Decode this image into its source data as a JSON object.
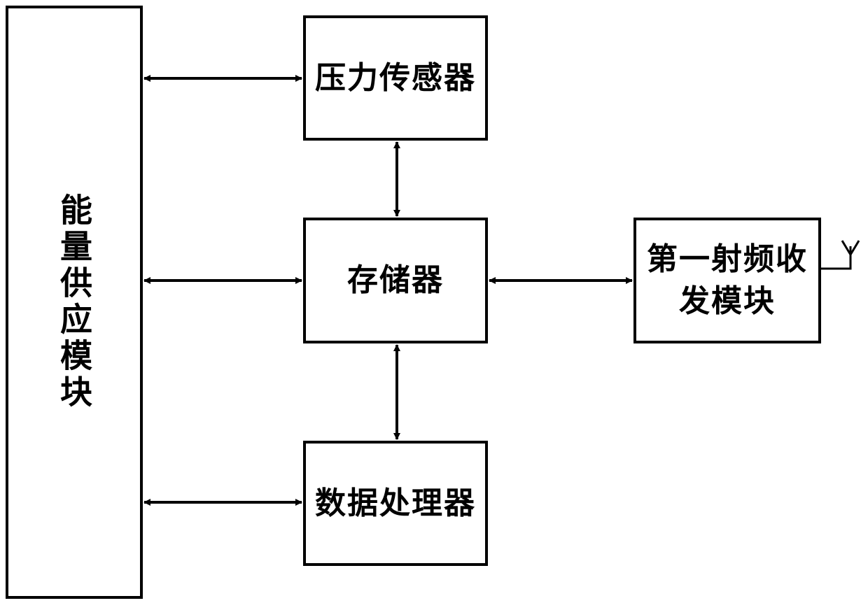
{
  "diagram": {
    "blocks": {
      "energy_supply": "能量供应模块",
      "pressure_sensor": "压力传感器",
      "memory": "存储器",
      "data_processor": "数据处理器",
      "rf_transceiver": "第一射频收发模块"
    },
    "connections": [
      {
        "from": "energy_supply",
        "to": "pressure_sensor",
        "direction": "bidirectional"
      },
      {
        "from": "energy_supply",
        "to": "memory",
        "direction": "bidirectional"
      },
      {
        "from": "energy_supply",
        "to": "data_processor",
        "direction": "bidirectional"
      },
      {
        "from": "pressure_sensor",
        "to": "memory",
        "direction": "bidirectional"
      },
      {
        "from": "memory",
        "to": "data_processor",
        "direction": "bidirectional"
      },
      {
        "from": "memory",
        "to": "rf_transceiver",
        "direction": "bidirectional"
      }
    ],
    "antenna": {
      "attached_to": "rf_transceiver",
      "icon": "antenna-icon"
    },
    "colors": {
      "line": "#000000",
      "background": "#ffffff"
    }
  }
}
